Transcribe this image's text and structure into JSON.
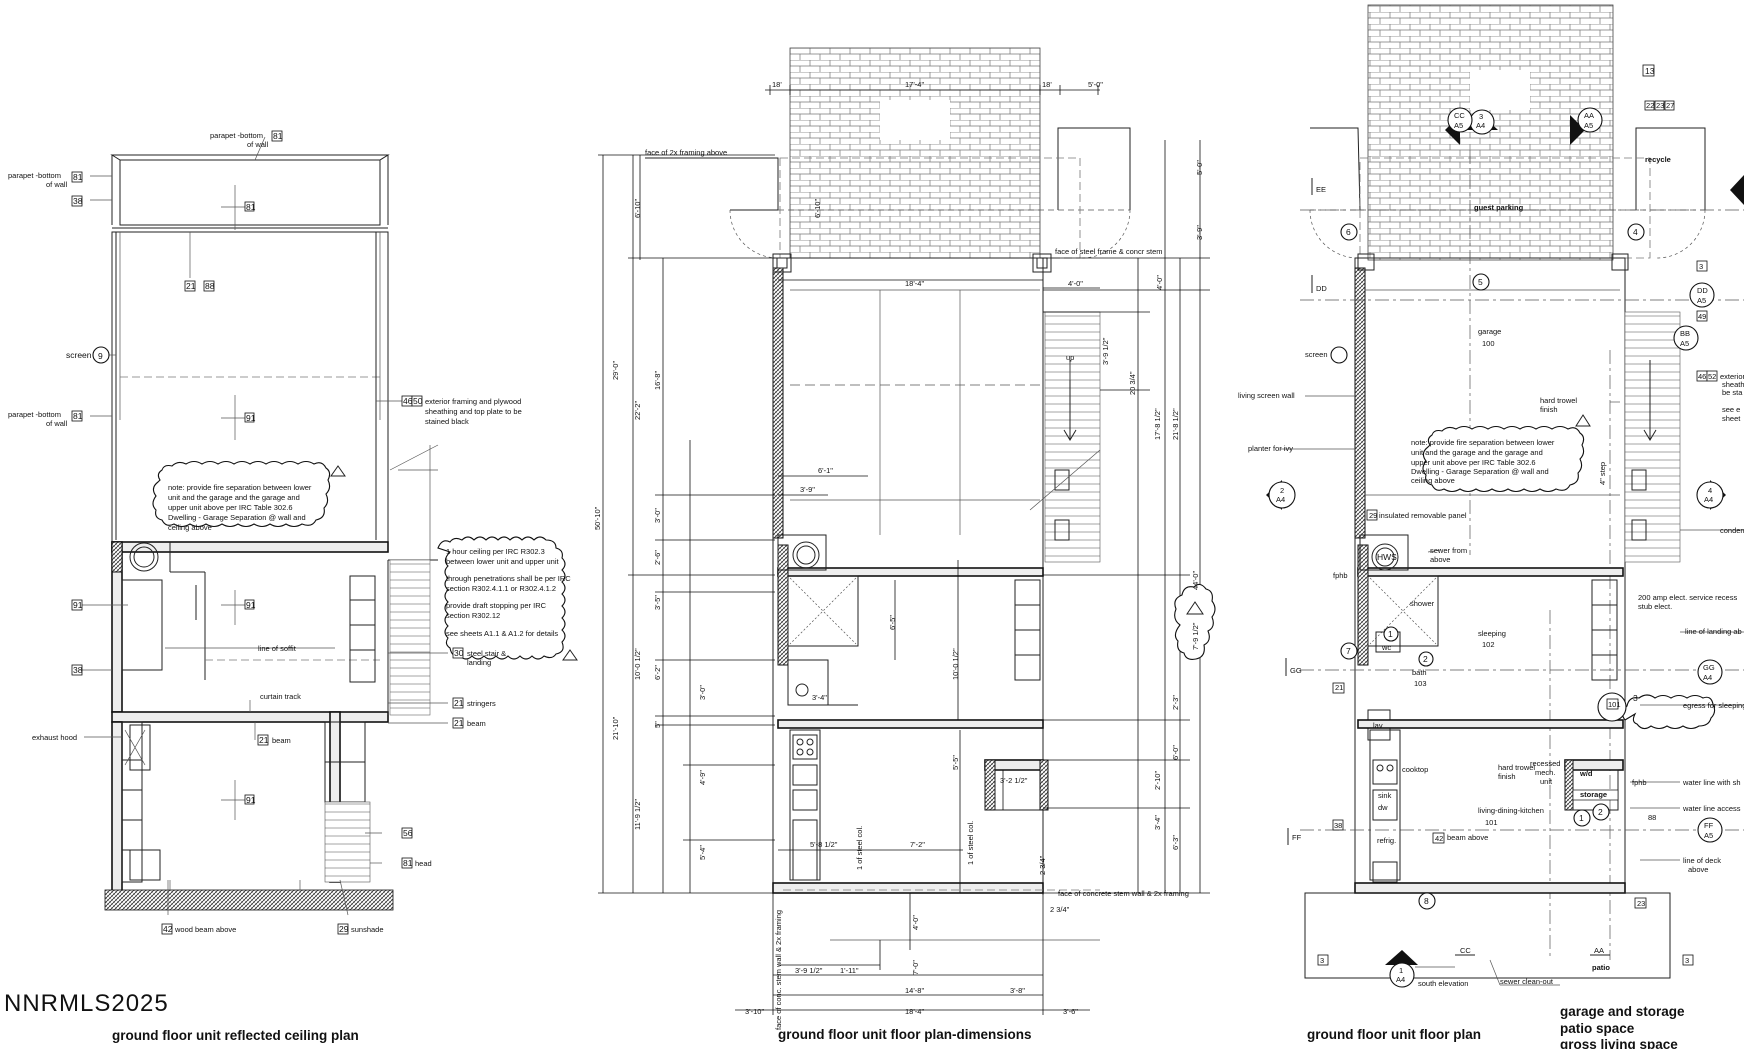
{
  "watermark": "NNRMLS2025",
  "titles": {
    "left": "ground floor unit reflected ceiling plan",
    "center": "ground floor unit floor plan-dimensions",
    "right": "ground floor unit floor plan",
    "legend1": "garage and storage",
    "legend2": "patio space",
    "legend3": "gross living space"
  },
  "rcp": {
    "parapet_top": "parapet -bottom",
    "of_wall": "of wall",
    "parapet_side": "parapet -bottom",
    "parapet_mid": "parapet -bottom",
    "screen": "screen",
    "exterior_framing_1": "exterior framing and plywood",
    "exterior_framing_2": "sheathing and top plate to be",
    "exterior_framing_3": "stained black",
    "note_1": "note: provide fire separation between lower",
    "note_2": "unit and the garage and the garage and",
    "note_3": "upper unit above per IRC Table 302.6",
    "note_4": "Dwelling - Garage Separation @ wall and",
    "note_5": "ceiling above",
    "box_1": "1 hour ceiling per IRC R302.3",
    "box_2": "between lower unit and upper unit",
    "box_3": "through penetrations shall be per IRC",
    "box_4": "section R302.4.1.1 or R302.4.1.2",
    "box_5": "provide draft stopping per IRC",
    "box_6": "section R302.12",
    "box_7": "see sheets A1.1 & A1.2 for details",
    "line_of_soffit": "line of soffit",
    "steel_stair_1": "steel stair &",
    "steel_stair_2": "landing",
    "curtain_track": "curtain track",
    "stringers": "stringers",
    "beam": "beam",
    "beam2": "beam",
    "exhaust_hood": "exhaust hood",
    "head": "head",
    "wood_beam": "wood beam above",
    "sunshade": "sunshade",
    "tags": {
      "t81": "81",
      "t38": "38",
      "t21": "21",
      "t88": "88",
      "t46": "46",
      "t50": "50",
      "t91": "91",
      "t30": "30",
      "t56": "56",
      "t42": "42",
      "t29": "29"
    },
    "circle_9": "9"
  },
  "dims": {
    "top_18a": "18'",
    "top_17_4": "17'-4\"",
    "top_18b": "18'",
    "top_5_0": "5'-0\"",
    "face_2x": "face of 2x framing above",
    "d_6_10a": "6'-10\"",
    "d_6_10b": "6'-10\"",
    "d_29_0": "29'-0\"",
    "d_50_10": "50'-10\"",
    "d_22_2": "22'-2\"",
    "d_16_8": "16'-8\"",
    "d_5_0": "5'-0\"",
    "d_3_9": "3'-9\"",
    "face_steel": "face of steel frame & concr stem",
    "d_18_4": "18'-4\"",
    "d_4_0a": "4'-0\"",
    "d_4_0b": "4'-0\"",
    "d_3_9_12": "3'-9 1/2\"",
    "d_20_34": "20 3/4\"",
    "d_17_8_12": "17'-8 1/2\"",
    "d_21_8_12": "21'-8 1/2\"",
    "d_44_0": "44'-0\"",
    "d_6_1": "6'-1\"",
    "d_3_9b": "3'-9\"",
    "d_3_0a": "3'-0\"",
    "d_2_6": "2'-6\"",
    "d_3_5": "3'-5\"",
    "d_6_2": "6'-2\"",
    "d_10_0_12a": "10'-0 1/2\"",
    "d_10_0_12b": "10'-0 1/2\"",
    "d_6_5": "6'-5\"",
    "d_7_9_12": "7'-9 1/2\"",
    "d_2_3": "2'-3\"",
    "d_3_0b": "3'-0\"",
    "d_21_10": "21'-10\"",
    "d_3_4a": "3'-4\"",
    "d_5": "5\"",
    "d_4_9": "4'-9\"",
    "d_11_9_12": "11'-9 1/2\"",
    "d_5_5": "5'-5\"",
    "d_3_2_12": "3'-2 1/2\"",
    "d_6_0": "6'-0\"",
    "d_2_10": "2'-10\"",
    "d_3_4b": "3'-4\"",
    "d_6_3": "6'-3\"",
    "d_5_4": "5'-4\"",
    "d_5_8_12": "5'-8 1/2\"",
    "d_7_2": "7'-2\"",
    "col1": "1 of steel col.",
    "col2": "1 of steel col.",
    "d_2_34a": "2 3/4\"",
    "d_2_34b": "2 3/4\"",
    "face_concrete": "face of concrete stem wall & 2x framing",
    "d_4_0c": "4'-0\"",
    "d_7_0": "7'-0\"",
    "face_conc_vert": "face of conc. stem wall & 2x framing",
    "d_3_9_12b": "3'-9 1/2\"",
    "d_1_11": "1'-11\"",
    "d_14_8": "14'-8\"",
    "d_3_8": "3'-8\"",
    "d_3_10": "3'-10\"",
    "d_18_4b": "18'-4\"",
    "d_3_6": "3'-6\"",
    "up": "up"
  },
  "plan": {
    "tag_13": "13",
    "tag_22": "22",
    "tag_23": "23",
    "tag_27": "27",
    "recycle": "recycle",
    "guest_parking": "guest parking",
    "tag_3a": "3",
    "tag_49": "49",
    "tag_46": "46",
    "tag_52": "52",
    "exterior_1": "exterior",
    "exterior_2": "sheath",
    "exterior_3": "be sta",
    "see_1": "see e",
    "see_2": "sheet",
    "garage": "garage",
    "garage_num": "100",
    "hard_trowel_1": "hard trowel",
    "hard_trowel_2": "finish",
    "note_1": "note: provide fire separation between lower",
    "note_2": "unit and the garage and the garage and",
    "note_3": "upper unit above per IRC Table 302.6",
    "note_4": "Dwelling - Garage Separation @ wall and",
    "note_5": "ceiling above",
    "step": "4\" step",
    "living_screen": "living screen wall",
    "planter": "planter for ivy",
    "screen": "screen",
    "insulated": "insulated removable panel",
    "hws": "HWS",
    "sewer_from_1": "sewer from",
    "sewer_from_2": "above",
    "fphb": "fphb",
    "shower": "shower",
    "wc": "wc",
    "bath": "bath",
    "bath_num": "103",
    "sleeping": "sleeping",
    "sleeping_num": "102",
    "elect_1": "200 amp elect. service recess",
    "elect_2": "stub elect.",
    "line_landing": "line of landing ab",
    "egress": "egress for sleeping",
    "tag_101": "101",
    "lav": "lav",
    "cooktop": "cooktop",
    "recessed_1": "recessed",
    "recessed_2": "mech.",
    "recessed_3": "unit",
    "wd": "w/d",
    "fphb2": "fphb",
    "water_1": "water line with sh",
    "water_2": "water line access",
    "storage": "storage",
    "tag_88": "88",
    "sink": "sink",
    "dw": "dw",
    "hard_trowel_3": "hard trowel",
    "hard_trowel_4": "finish",
    "living": "living-dining-kitchen",
    "living_num": "101",
    "beam_above": "beam above",
    "tag_42": "42",
    "refrig": "refrig.",
    "line_deck_1": "line of deck",
    "line_deck_2": "above",
    "tag_23b": "23",
    "tag_21": "21",
    "tag_29": "29",
    "tag_38": "38",
    "tag_3b": "3",
    "tag_3c": "3",
    "tag_3d": "3",
    "condens": "condens",
    "south_elev": "south elevation",
    "sewer_cleanout": "sewer clean-out",
    "patio": "patio",
    "sec_cc": "CC",
    "sec_aa": "AA",
    "sec_bb": "BB",
    "sec_dd": "DD",
    "sec_ee": "EE",
    "sec_ff": "FF",
    "sec_gg": "GG",
    "sheet_a4": "A4",
    "sheet_a5": "A5",
    "n1": "1",
    "n2": "2",
    "n3": "3",
    "n4": "4",
    "n5": "5",
    "n6": "6",
    "n7": "7",
    "n8": "8"
  }
}
